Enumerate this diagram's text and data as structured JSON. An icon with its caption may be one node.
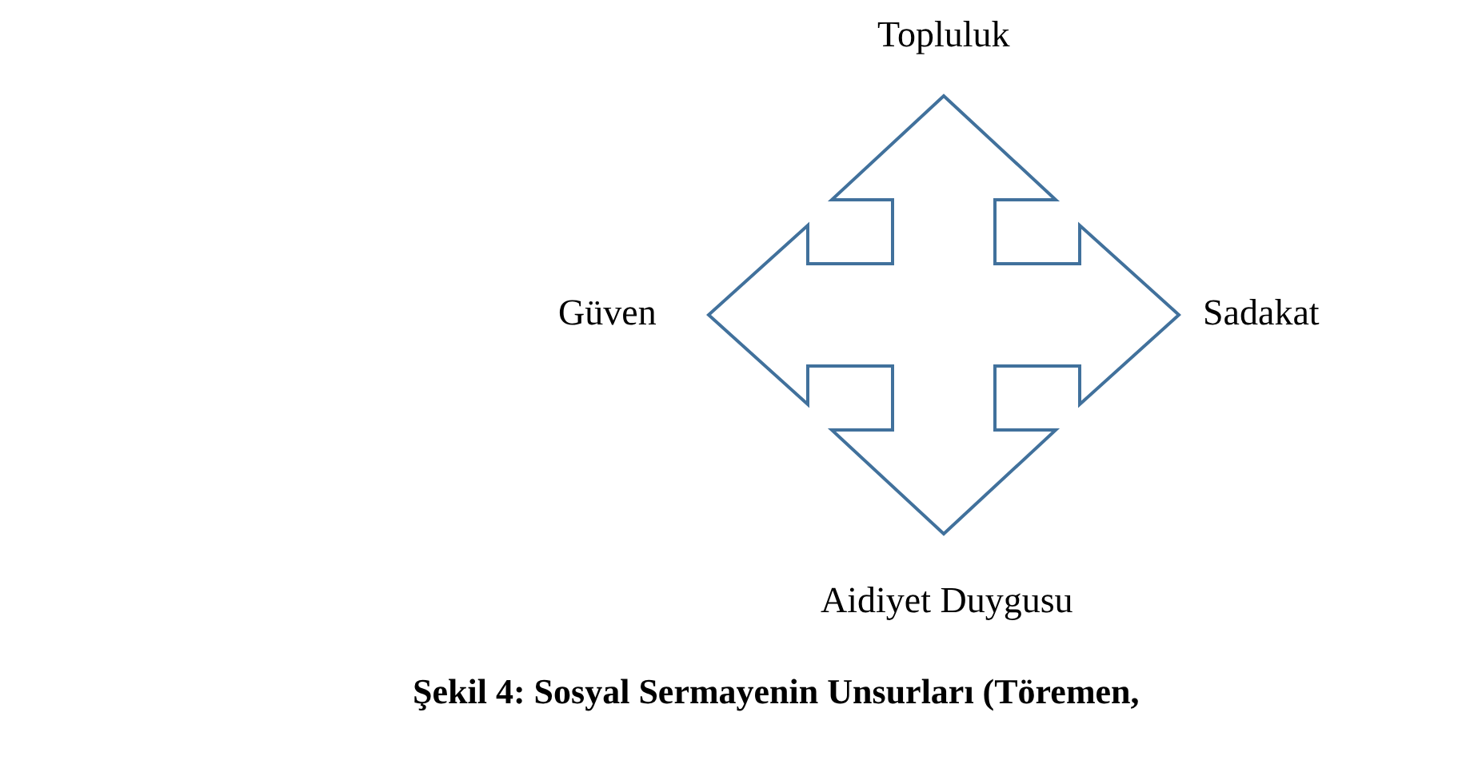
{
  "diagram": {
    "caption": "Şekil 4: Sosyal Sermayenin Unsurları (Töremen,",
    "labels": [
      "Topluluk",
      "Güven",
      "Sadakat",
      "Aidiyet Duygusu"
    ]
  }
}
